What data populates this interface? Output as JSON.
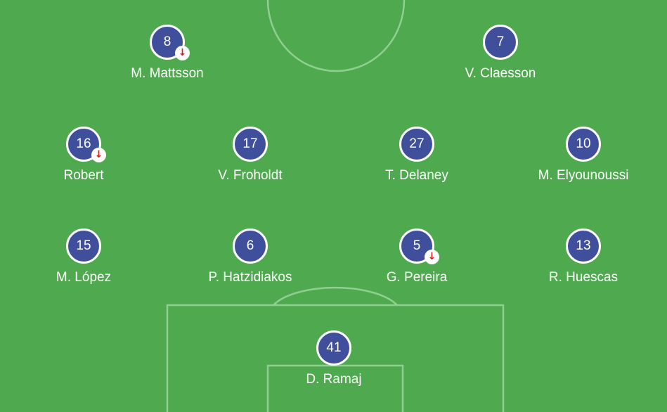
{
  "pitch": {
    "field_color": "#4fa94f",
    "line_color": "#8fcf8f"
  },
  "players": [
    {
      "number": "8",
      "name": "M. Mattsson",
      "substituted": true
    },
    {
      "number": "7",
      "name": "V. Claesson",
      "substituted": false
    },
    {
      "number": "16",
      "name": "Robert",
      "substituted": true
    },
    {
      "number": "17",
      "name": "V. Froholdt",
      "substituted": false
    },
    {
      "number": "27",
      "name": "T. Delaney",
      "substituted": false
    },
    {
      "number": "10",
      "name": "M. Elyounoussi",
      "substituted": false
    },
    {
      "number": "15",
      "name": "M. López",
      "substituted": false
    },
    {
      "number": "6",
      "name": "P. Hatzidiakos",
      "substituted": false
    },
    {
      "number": "5",
      "name": "G. Pereira",
      "substituted": true
    },
    {
      "number": "13",
      "name": "R. Huescas",
      "substituted": false
    },
    {
      "number": "41",
      "name": "D. Ramaj",
      "substituted": false
    }
  ],
  "icons": {
    "substitution": "arrow-down-icon",
    "substitution_color": "#d41f1f"
  }
}
